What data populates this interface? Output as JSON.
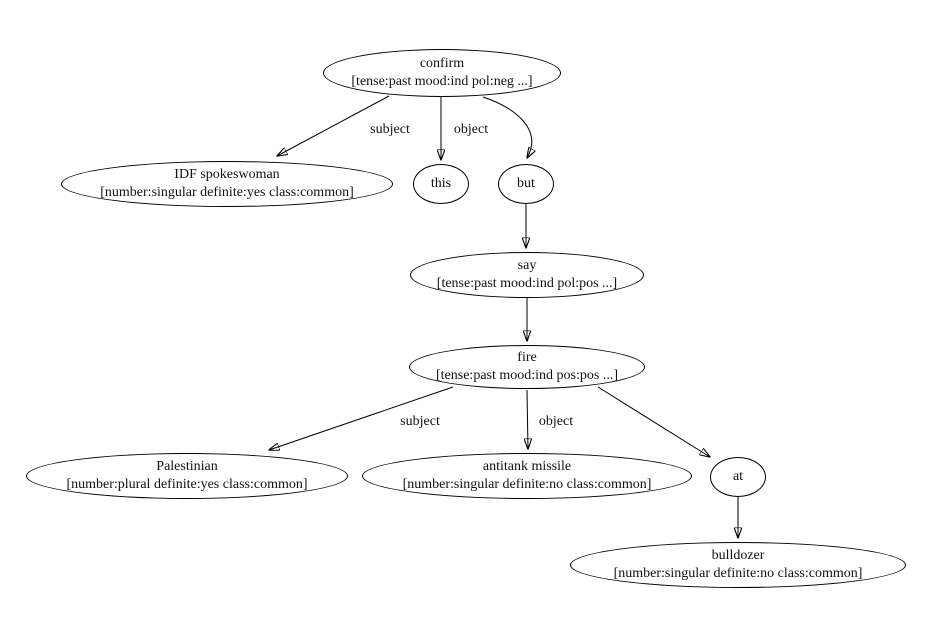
{
  "graph": {
    "type": "dependency-parse-tree",
    "colors": {
      "stroke": "#000000",
      "background": "#ffffff",
      "text": "#111111"
    },
    "nodes": [
      {
        "id": "confirm",
        "label": "confirm",
        "features": "[tense:past mood:ind pol:neg ...]"
      },
      {
        "id": "idf-spokeswoman",
        "label": "IDF spokeswoman",
        "features": "[number:singular definite:yes class:common]"
      },
      {
        "id": "this",
        "label": "this",
        "features": ""
      },
      {
        "id": "but",
        "label": "but",
        "features": ""
      },
      {
        "id": "say",
        "label": "say",
        "features": "[tense:past mood:ind pol:pos ...]"
      },
      {
        "id": "fire",
        "label": "fire",
        "features": "[tense:past mood:ind pos:pos ...]"
      },
      {
        "id": "palestinian",
        "label": "Palestinian",
        "features": "[number:plural definite:yes class:common]"
      },
      {
        "id": "antitank-missile",
        "label": "antitank missile",
        "features": "[number:singular definite:no class:common]"
      },
      {
        "id": "at",
        "label": "at",
        "features": ""
      },
      {
        "id": "bulldozer",
        "label": "bulldozer",
        "features": "[number:singular definite:no class:common]"
      }
    ],
    "edges": [
      {
        "from": "confirm",
        "to": "idf-spokeswoman",
        "label": "subject"
      },
      {
        "from": "confirm",
        "to": "this",
        "label": "object"
      },
      {
        "from": "confirm",
        "to": "but",
        "label": ""
      },
      {
        "from": "but",
        "to": "say",
        "label": ""
      },
      {
        "from": "say",
        "to": "fire",
        "label": ""
      },
      {
        "from": "fire",
        "to": "palestinian",
        "label": "subject"
      },
      {
        "from": "fire",
        "to": "antitank-missile",
        "label": "object"
      },
      {
        "from": "fire",
        "to": "at",
        "label": ""
      },
      {
        "from": "at",
        "to": "bulldozer",
        "label": ""
      }
    ]
  }
}
